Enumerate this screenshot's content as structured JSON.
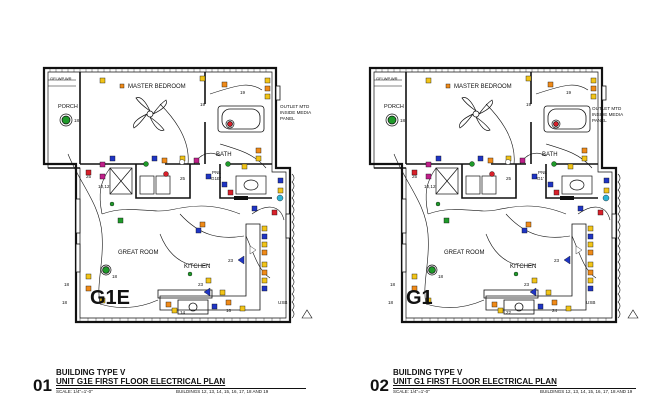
{
  "plans": [
    {
      "id": "g1e",
      "big_label": "G1E",
      "labels": {
        "porch": "PORCH",
        "master_bedroom": "MASTER BEDROOM",
        "bath": "BATH",
        "great_room": "GREAT ROOM",
        "kitchen": "KITCHEN",
        "gfi": "GFI,WP,WR",
        "outlet_note_1": "OUTLET MTD",
        "outlet_note_2": "INSIDE MEDIA",
        "outlet_note_3": "PANEL",
        "pnl_1": "PNL",
        "pnl_2": "'G1E'",
        "usb": "USB"
      },
      "title": {
        "number": "01",
        "line1": "BUILDING TYPE V",
        "line2": "UNIT G1E  FIRST FLOOR ELECTRICAL PLAN",
        "scale": "SCALE: 1/4\"=1'-0\"",
        "buildings": "BUILDINGS 12, 13, 14, 15, 16, 17, 18 AND 19"
      }
    },
    {
      "id": "g1",
      "big_label": "G1",
      "labels": {
        "porch": "PORCH",
        "master_bedroom": "MASTER BEDROOM",
        "bath": "BATH",
        "great_room": "GREAT ROOM",
        "kitchen": "KITCHEN",
        "gfi": "GFI,WP,WR",
        "outlet_note_1": "OUTLET MTD",
        "outlet_note_2": "INSIDE MEDIA",
        "outlet_note_3": "PANEL",
        "pnl_1": "PNL",
        "pnl_2": "'G1'",
        "usb": "USB"
      },
      "title": {
        "number": "02",
        "line1": "BUILDING TYPE V",
        "line2": "UNIT G1  FIRST FLOOR ELECTRICAL PLAN",
        "scale": "SCALE: 1/4\"=1'-0\"",
        "buildings": "BUILDINGS 12, 13, 14, 15, 16, 17, 18 AND 19"
      }
    }
  ],
  "circuit_numbers": [
    "19",
    "18",
    "25",
    "23",
    "10,12",
    "14",
    "16",
    "22",
    "24"
  ],
  "colors": {
    "line": "#111111",
    "red": "#d8202a",
    "blue": "#1f35c4",
    "green": "#1f9a2a",
    "yellow": "#f2c418",
    "orange": "#f08a18",
    "magenta": "#c01f8a"
  }
}
